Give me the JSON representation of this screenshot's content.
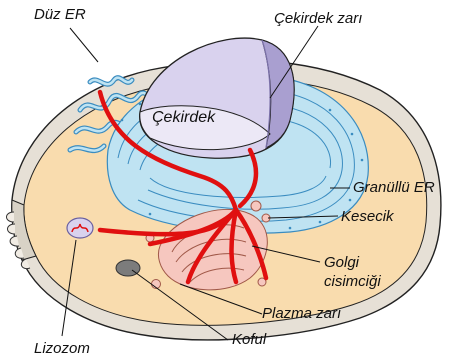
{
  "diagram": {
    "labels": {
      "smooth_er": "Düz ER",
      "nuclear_envelope": "Çekirdek zarı",
      "nucleus": "Çekirdek",
      "rough_er": "Granüllü ER",
      "vesicle": "Kesecik",
      "golgi_line1": "Golgi",
      "golgi_line2": "cisimciği",
      "plasma_membrane": "Plazma zarı",
      "vacuole": "Koful",
      "lysosome": "Lizozom"
    },
    "colors": {
      "cytoplasm": "#f9dcae",
      "membrane": "#d8d2c6",
      "er": "#bfe3f2",
      "er_stroke": "#3a8cc0",
      "nucleus": "#d9d2ee",
      "nucleus_dark": "#a99fd0",
      "golgi": "#f6c7bf",
      "pathway": "#e01010",
      "lysosome": "#d9d2ee",
      "vacuole": "#7c7c7c"
    }
  }
}
